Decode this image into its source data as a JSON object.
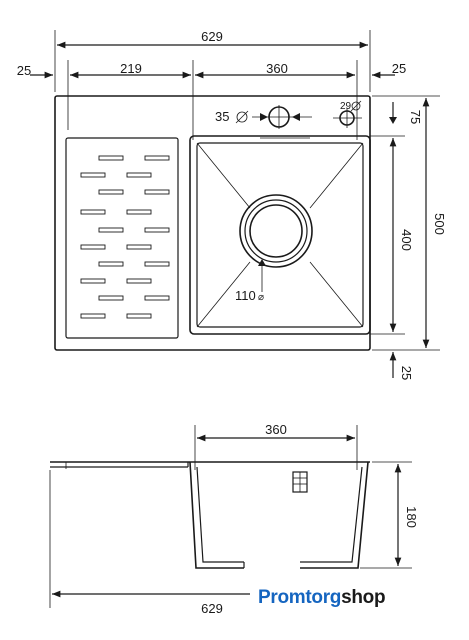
{
  "dimensions": {
    "top_total": "629",
    "left_margin": "25",
    "drainboard_width": "219",
    "bowl_width": "360",
    "right_margin": "25",
    "overflow_hole": "35",
    "tap_hole": "29",
    "top_offset": "75",
    "bowl_depth": "400",
    "total_depth": "500",
    "bottom_margin": "25",
    "drain_diameter": "110",
    "side_bowl_width": "360",
    "bowl_height": "180",
    "side_total": "629"
  },
  "brand": {
    "part1": "Promtorg",
    "part2": "shop",
    "color_primary": "#1565c0",
    "color_secondary": "#1a1a1a"
  }
}
